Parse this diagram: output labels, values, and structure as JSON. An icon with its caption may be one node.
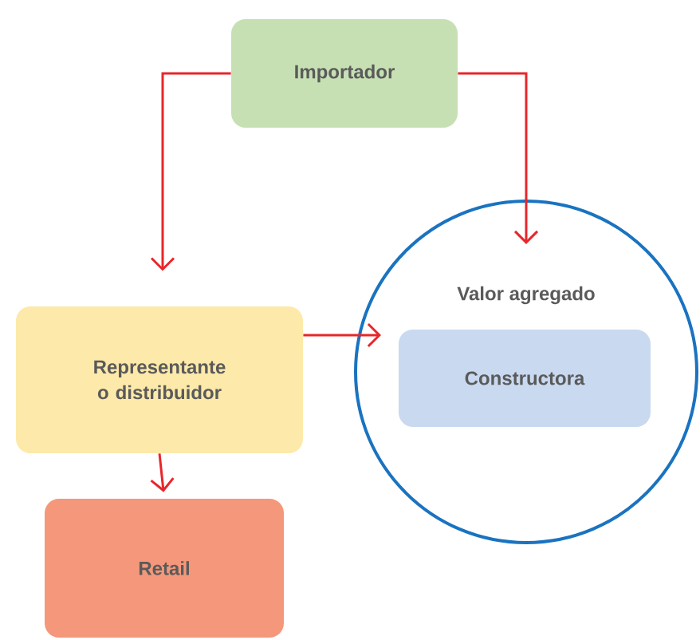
{
  "diagram": {
    "nodes": [
      {
        "text": [
          "Importador"
        ]
      },
      {
        "text": [
          "Valor agregado"
        ]
      },
      {
        "text": [
          "Constructora"
        ],
        "in": 1
      },
      {
        "text": [
          "Representante o distribuidor"
        ]
      },
      {
        "text": [
          "Retail"
        ]
      }
    ],
    "edges": [
      {
        "from": 0,
        "to": 3,
        "arrow": "to"
      },
      {
        "from": 0,
        "to": 1,
        "arrow": "to"
      },
      {
        "from": 3,
        "to": 1,
        "arrow": "to"
      },
      {
        "from": 3,
        "to": 4,
        "arrow": "to"
      }
    ]
  }
}
